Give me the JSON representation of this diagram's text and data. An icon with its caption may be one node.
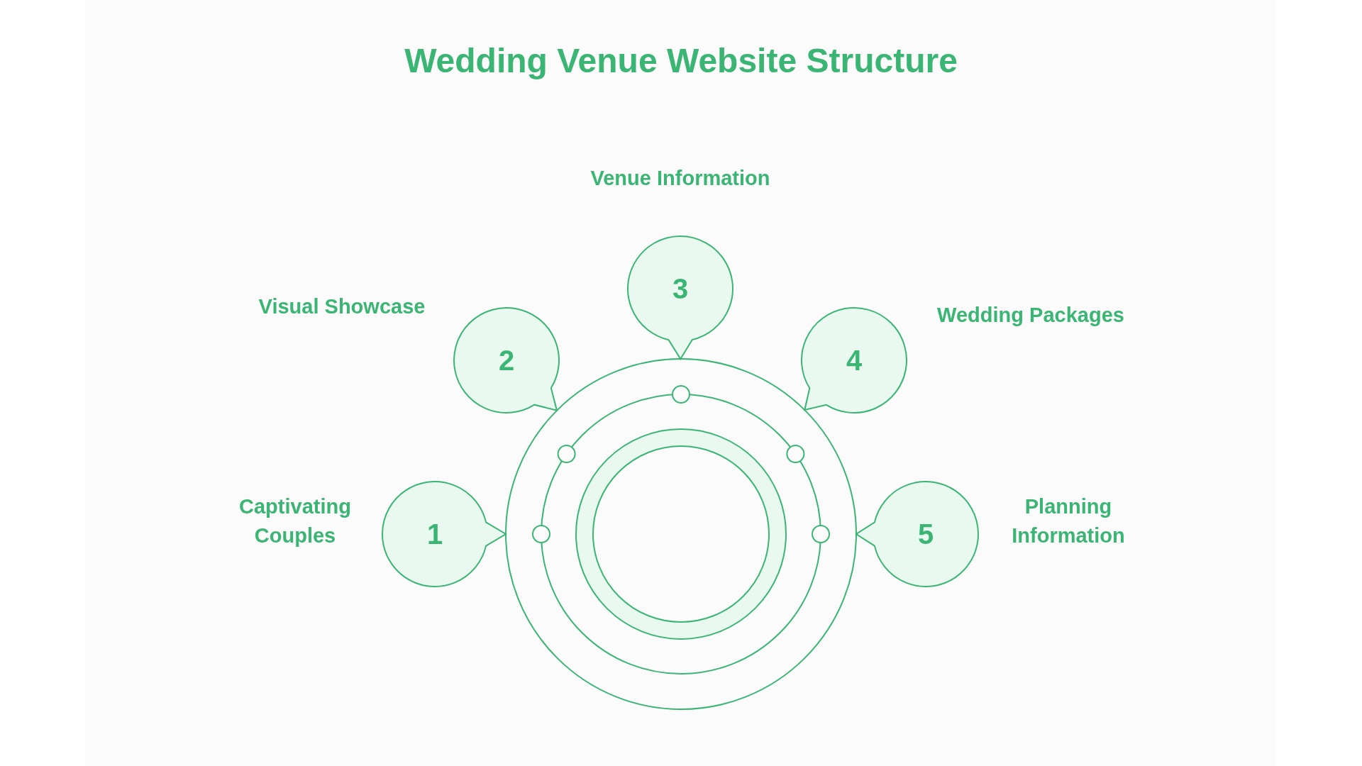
{
  "diagram": {
    "title": "Wedding Venue Website Structure",
    "nodes": [
      {
        "text": [
          "1"
        ],
        "beside": [
          "Captivating Couples"
        ]
      },
      {
        "text": [
          "2"
        ],
        "beside": [
          "Visual Showcase"
        ]
      },
      {
        "text": [
          "3"
        ],
        "beside": [
          "Venue Information"
        ]
      },
      {
        "text": [
          "4"
        ],
        "beside": [
          "Wedding Packages"
        ]
      },
      {
        "text": [
          "5"
        ],
        "beside": [
          "Planning Information"
        ]
      },
      {
        "text": [],
        "shape": "circle"
      }
    ]
  }
}
